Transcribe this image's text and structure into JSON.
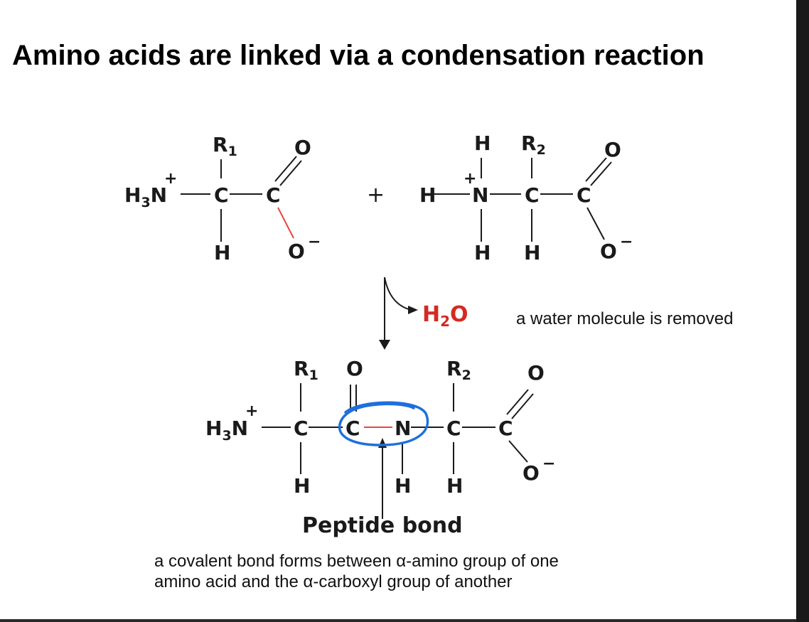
{
  "title": "Amino acids are linked via a condensation reaction",
  "atoms": {
    "h3n": "H",
    "h3n_sub": "3",
    "n": "N",
    "c": "C",
    "o": "O",
    "h": "H",
    "r": "R",
    "r1_sub": "1",
    "r2_sub": "2",
    "plus_charge": "+",
    "minus_charge": "−",
    "plus_operator": "+"
  },
  "byproduct": {
    "h2o_main": "H",
    "h2o_sub": "2",
    "h2o_end": "O",
    "note": "a water molecule is removed"
  },
  "peptide_bond_label": "Peptide bond",
  "explanation": [
    "a covalent bond forms between α-amino group of one",
    "amino acid and the α-carboxyl group of another"
  ],
  "colors": {
    "bond_red": "#e8473f",
    "text_red": "#d42a22",
    "highlight_blue": "#1f6fdc",
    "text": "#1a1a1a"
  }
}
